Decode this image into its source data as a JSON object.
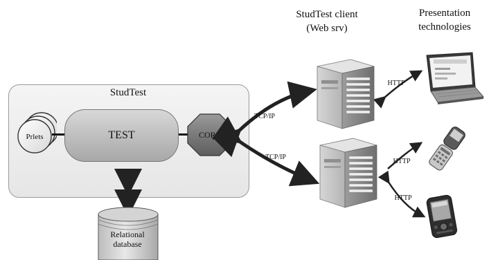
{
  "labels": {
    "client_title_line1": "StudTest client",
    "client_title_line2": "(Web srv)",
    "presentation_line1": "Presentation",
    "presentation_line2": "technologies",
    "studtest": "StudTest",
    "prlets": "Prlets",
    "test": "TEST",
    "core": "CORE",
    "tcpip_top": "TCP/IP",
    "tcpip_bottom": "TCP/IP",
    "http_laptop": "HTTP",
    "http_phone": "HTTP",
    "http_pda": "HTTP",
    "db_line1": "Relational",
    "db_line2": "database"
  },
  "icons": {
    "server": "server-tower-icon",
    "laptop": "laptop-icon",
    "phone": "mobile-phone-icon",
    "pda": "pda-icon",
    "database": "database-cylinder-icon"
  }
}
